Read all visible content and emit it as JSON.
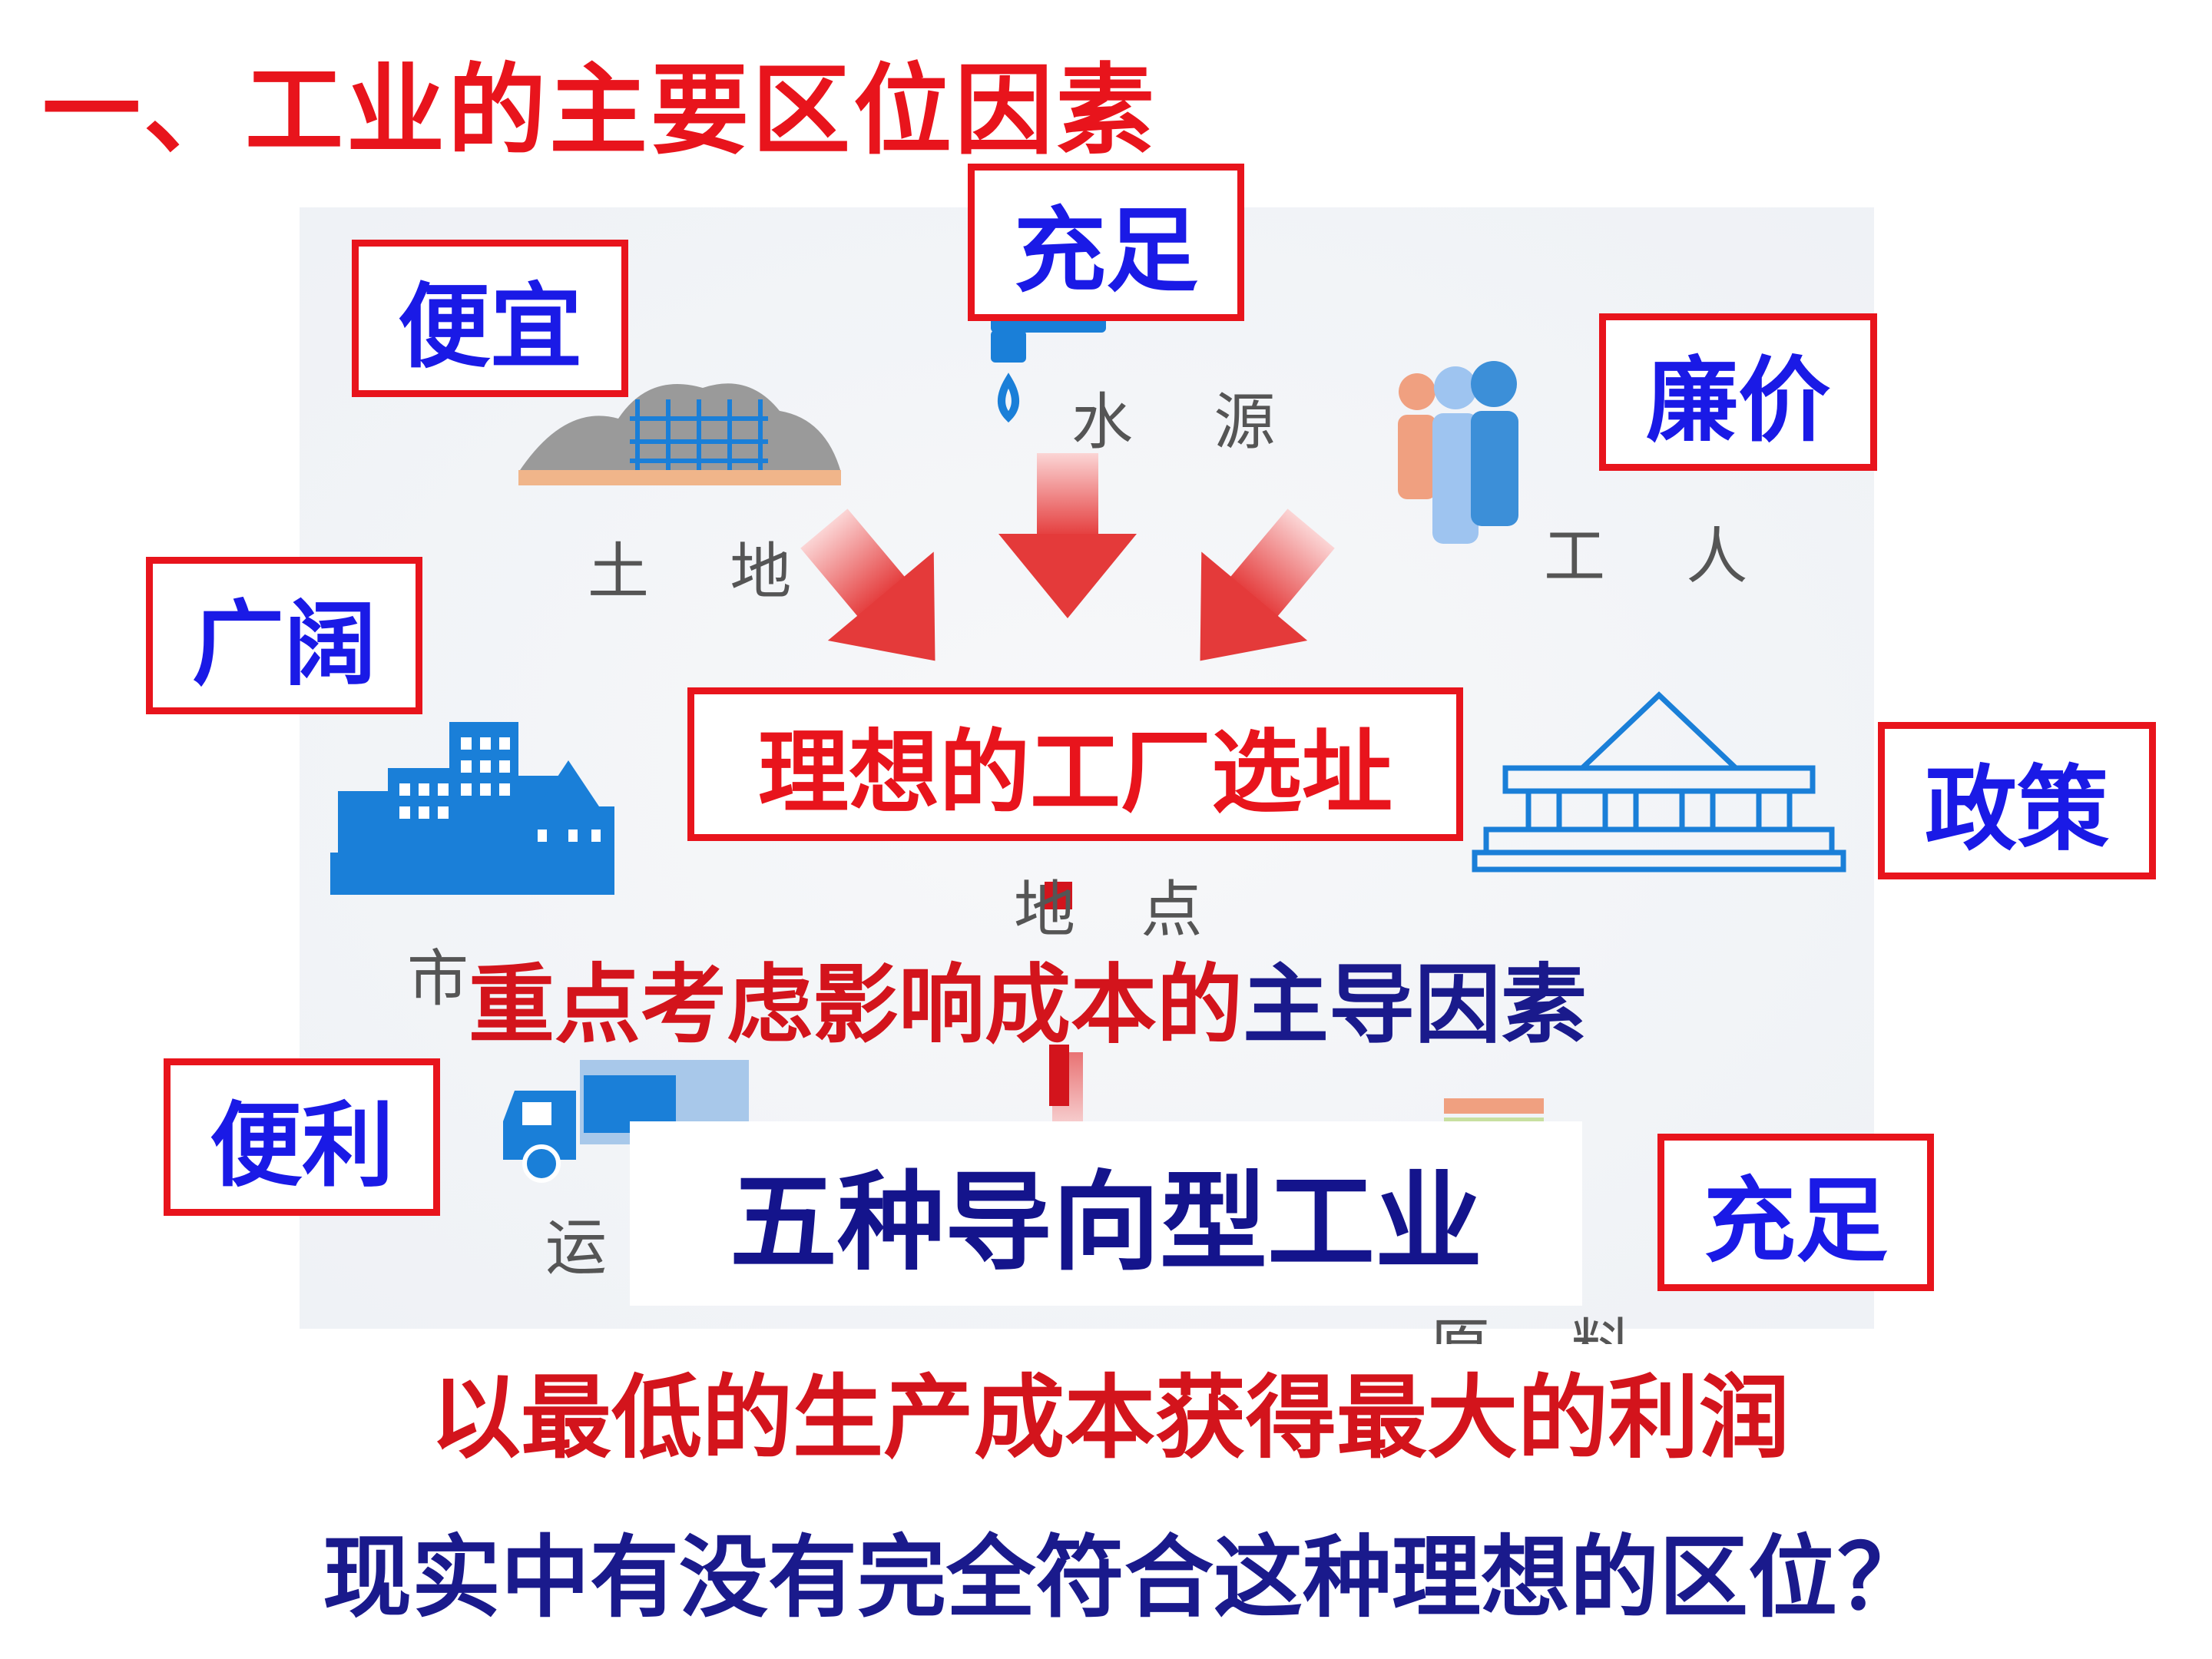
{
  "title": "一、工业的主要区位因素",
  "resources": {
    "water": "水 源",
    "land": "土 地",
    "labor": "工 人",
    "market": "市",
    "transport": "运",
    "raw": "原 料",
    "site": "地 点"
  },
  "tags": {
    "water": "充足",
    "land": "便宜",
    "labor": "廉价",
    "market": "广阔",
    "policy": "政策",
    "transport": "便利",
    "raw": "充足"
  },
  "center": "理想的工厂选址",
  "focus": {
    "red": "重点考虑影响成本的",
    "navy": "主导因素"
  },
  "five": "五种导向型工业",
  "goal": "以最低的生产成本获得最大的利润",
  "question": "现实中有没有完全符合这种理想的区位？",
  "colors": {
    "red": "#e8141c",
    "blue": "#1a1ae6",
    "navy": "#1a1a8c",
    "icon_blue": "#1a7fd8"
  }
}
